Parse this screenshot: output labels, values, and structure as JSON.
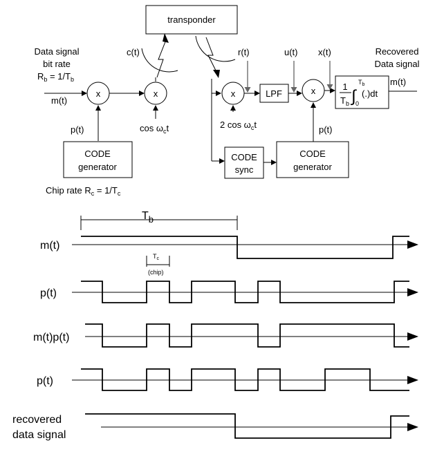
{
  "diagram": {
    "transponder": "transponder",
    "data_signal": [
      "Data signal",
      "bit rate"
    ],
    "rb_main": "R",
    "rb_sub": "b",
    "rb_eq": " = 1/T",
    "rb_sub2": "b",
    "m_in": "m(t)",
    "c_t": "c(t)",
    "p_left": "p(t)",
    "cos_main": "cos ω",
    "cos_sub": "c",
    "cos_t": "t",
    "code_gen_left": [
      "CODE",
      "generator"
    ],
    "chip_rate_main": "Chip rate R",
    "chip_rate_sub": "c",
    "chip_rate_eq": " = 1/T",
    "chip_rate_sub2": "c",
    "r_t": "r(t)",
    "u_t": "u(t)",
    "x_t": "x(t)",
    "recovered_top": [
      "Recovered",
      "Data signal"
    ],
    "m_out": "m(t)",
    "mult_symbol": "x",
    "lpf": "LPF",
    "two_cos_main": "2 cos ω",
    "two_cos_sub": "c",
    "two_cos_t": "t",
    "code_sync": [
      "CODE",
      "sync"
    ],
    "code_gen_right": [
      "CODE",
      "generator"
    ],
    "p_right": "p(t)",
    "integ_one": "1",
    "integ_T": "T",
    "integ_Tsub": "b",
    "integ_upper": "T",
    "integ_upper_sub": "b",
    "integ_lower": "0",
    "integ_body": "(.)dt"
  },
  "timing": {
    "tb_main": "T",
    "tb_sub": "b",
    "tc_main": "T",
    "tc_sub": "c",
    "chip_label": "(chip)",
    "rows": [
      {
        "label": "m(t)"
      },
      {
        "label": "p(t)"
      },
      {
        "label": "m(t)p(t)"
      },
      {
        "label": "p(t)"
      },
      {
        "label": "recovered data signal",
        "lines": [
          "recovered",
          "data signal"
        ]
      }
    ]
  }
}
